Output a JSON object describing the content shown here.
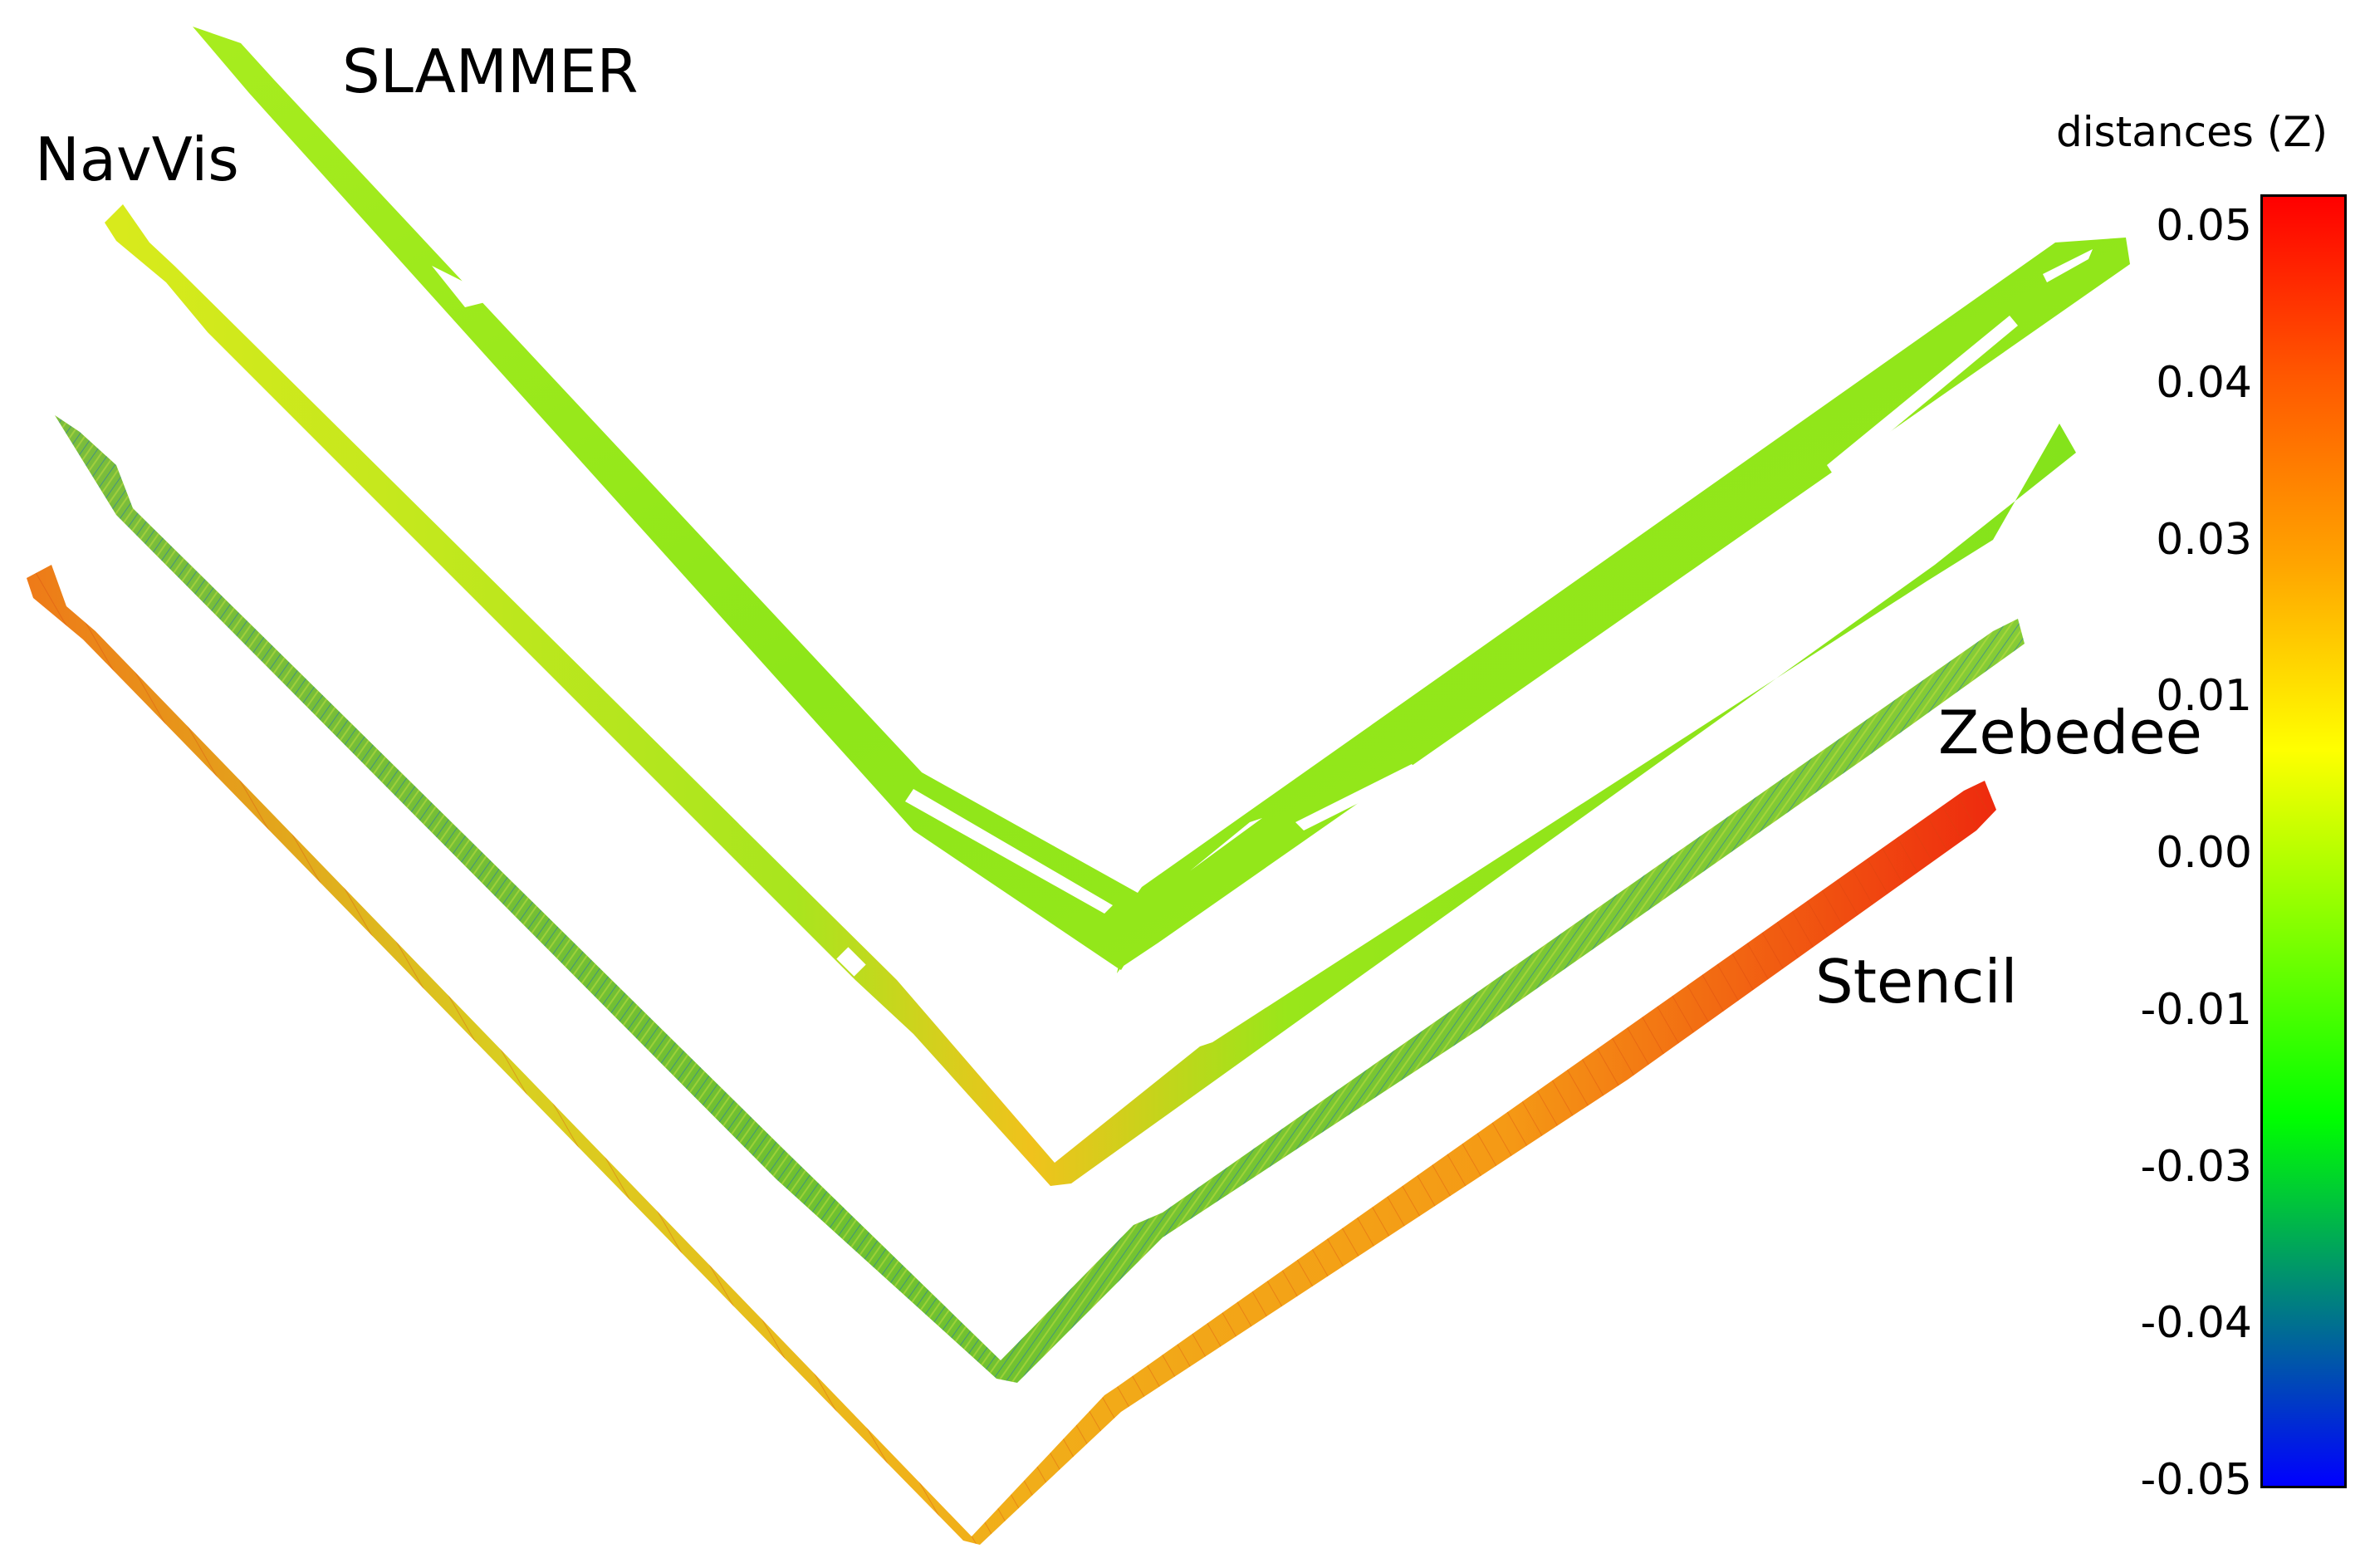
{
  "scans": [
    {
      "name": "SLAMMER",
      "color_main": "#8ee619",
      "color_alt": "#a9ec1c",
      "texture": "smooth",
      "gaps": true
    },
    {
      "name": "NavVis",
      "color_main": "#9be81a",
      "color_alt": "#f2c21a",
      "texture": "smooth",
      "gaps": false
    },
    {
      "name": "Zebedee",
      "color_main": "#7ccf2c",
      "color_alt": "#2a7fb0",
      "texture": "noisy",
      "gaps": false
    },
    {
      "name": "Stencil",
      "color_main": "#f2b01a",
      "color_alt": "#ee3a0f",
      "texture": "striped",
      "gaps": false
    }
  ],
  "colorbar": {
    "title": "distances (Z)",
    "ticks": [
      "0.05",
      "0.04",
      "0.03",
      "0.01",
      "0.00",
      "-0.01",
      "-0.03",
      "-0.04",
      "-0.05"
    ],
    "range": [
      -0.05,
      0.05
    ],
    "colors": [
      "#ff0000",
      "#ff5a00",
      "#ffa500",
      "#ffff00",
      "#80ff00",
      "#00ff00",
      "#008080",
      "#0000ff"
    ]
  }
}
